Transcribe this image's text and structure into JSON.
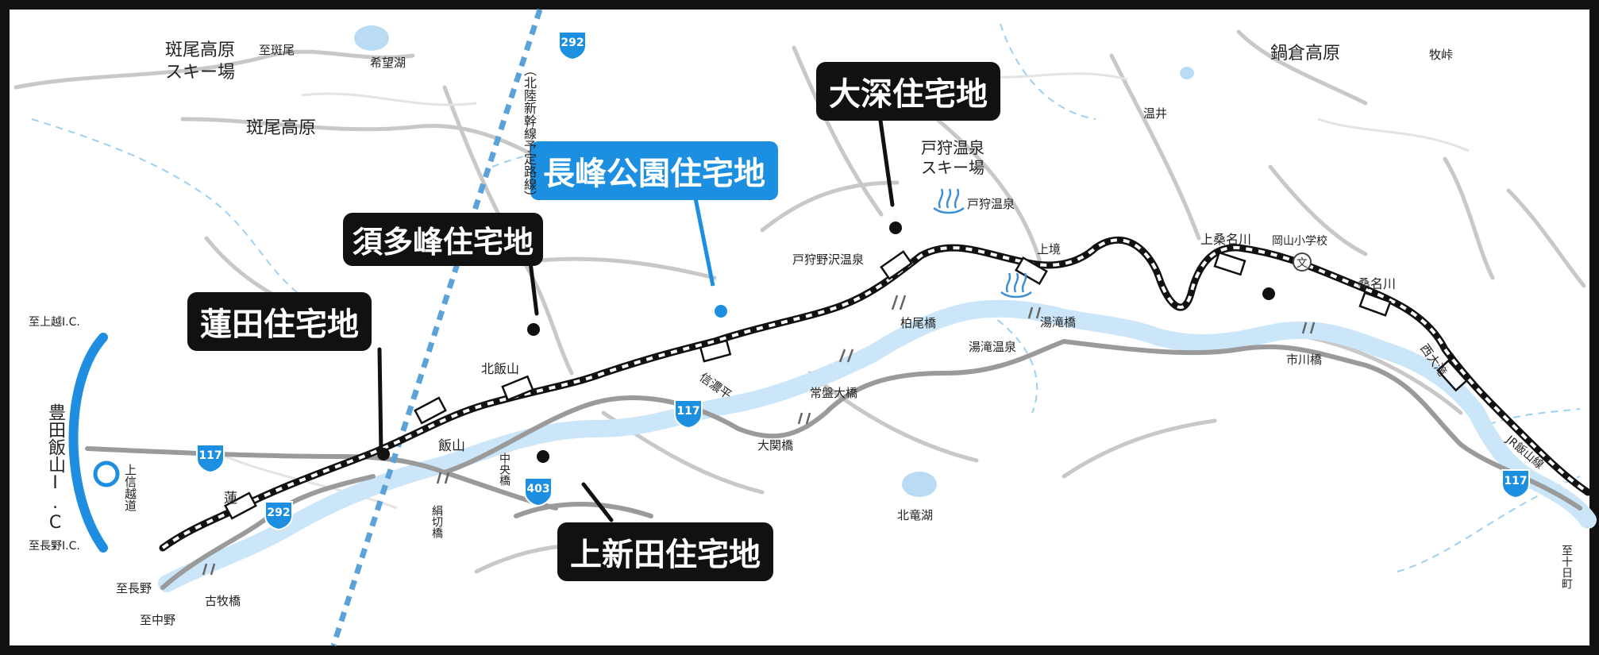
{
  "map": {
    "callouts": {
      "omiyama": "大深住宅地",
      "nagamine": "長峰公園住宅地",
      "sutamine": "須多峰住宅地",
      "hasuda": "蓮田住宅地",
      "kamishinden": "上新田住宅地"
    },
    "roads": {
      "r292_top": "292",
      "r117_left": "117",
      "r292_bottom": "292",
      "r117_mid": "117",
      "r403": "403",
      "r117_right": "117"
    },
    "labels": {
      "madarao_ski": "斑尾高原\nスキー場",
      "to_madarao": "至斑尾",
      "kibo_lake": "希望湖",
      "madarao_kogen": "斑尾高原",
      "shinkansen": "（北陸新幹線予定路線）",
      "nabekura": "鍋倉高原",
      "makitoge": "牧峠",
      "nukui": "温井",
      "togari_ski": "戸狩温泉\nスキー場",
      "togari_onsen": "戸狩温泉",
      "togari_nozawa": "戸狩野沢温泉",
      "kamisakai": "上境",
      "kamikuwanagawa": "上桑名川",
      "okayama_school": "岡山小学校",
      "school_symbol": "文",
      "kuwanagawa": "桑名川",
      "nishiotaki": "西大滝",
      "jr_iiyama_line": "JR飯山線",
      "to_tokamachi": "至十日町",
      "hokuryu_lake": "北竜湖",
      "to_joetsu": "至上越I.C.",
      "ic": "豊田飯山I.C.",
      "joshin": "上信越道",
      "to_nagano_ic": "至長野I.C.",
      "hasu": "蓮",
      "to_nagano": "至長野",
      "komaki_bridge": "古牧橋",
      "to_nakano": "至中野",
      "kinugiri_bridge": "絹切橋",
      "chuo_bridge": "中央橋",
      "iiyama": "飯山",
      "kita_iiyama": "北飯山",
      "shinanodaira": "信濃平",
      "ozeki_bridge": "大関橋",
      "tokiwa_bridge": "常盤大橋",
      "kashio_bridge": "柏尾橋",
      "yutaki_onsen": "湯滝温泉",
      "yutaki_bridge": "湯滝橋",
      "ichikawa_bridge": "市川橋"
    }
  }
}
